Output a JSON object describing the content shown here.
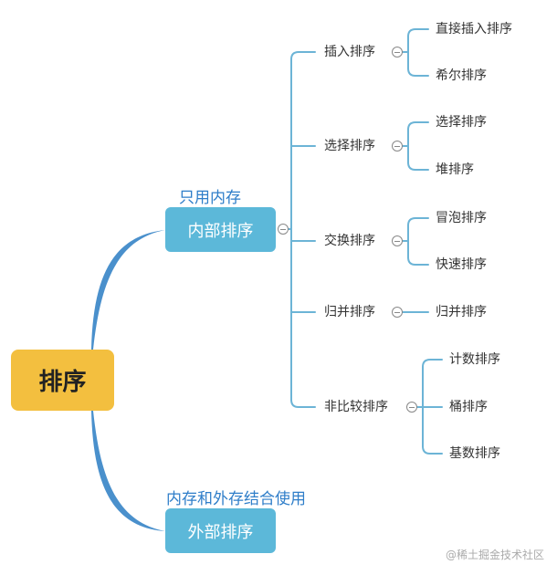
{
  "root": {
    "label": "排序"
  },
  "internal": {
    "label": "内部排序",
    "note": "只用内存",
    "categories": [
      {
        "label": "插入排序",
        "leaves": [
          "直接插入排序",
          "希尔排序"
        ]
      },
      {
        "label": "选择排序",
        "leaves": [
          "选择排序",
          "堆排序"
        ]
      },
      {
        "label": "交换排序",
        "leaves": [
          "冒泡排序",
          "快速排序"
        ]
      },
      {
        "label": "归并排序",
        "leaves": [
          "归并排序"
        ]
      },
      {
        "label": "非比较排序",
        "leaves": [
          "计数排序",
          "桶排序",
          "基数排序"
        ]
      }
    ]
  },
  "external": {
    "label": "外部排序",
    "note": "内存和外存结合使用"
  },
  "watermark": "@稀土掘金技术社区",
  "colors": {
    "root": "#f3bf3f",
    "subnode": "#5cb8d9",
    "main_branch": "#4a90cc",
    "connector": "#6cb4d6",
    "note_text": "#2f7ec9"
  }
}
